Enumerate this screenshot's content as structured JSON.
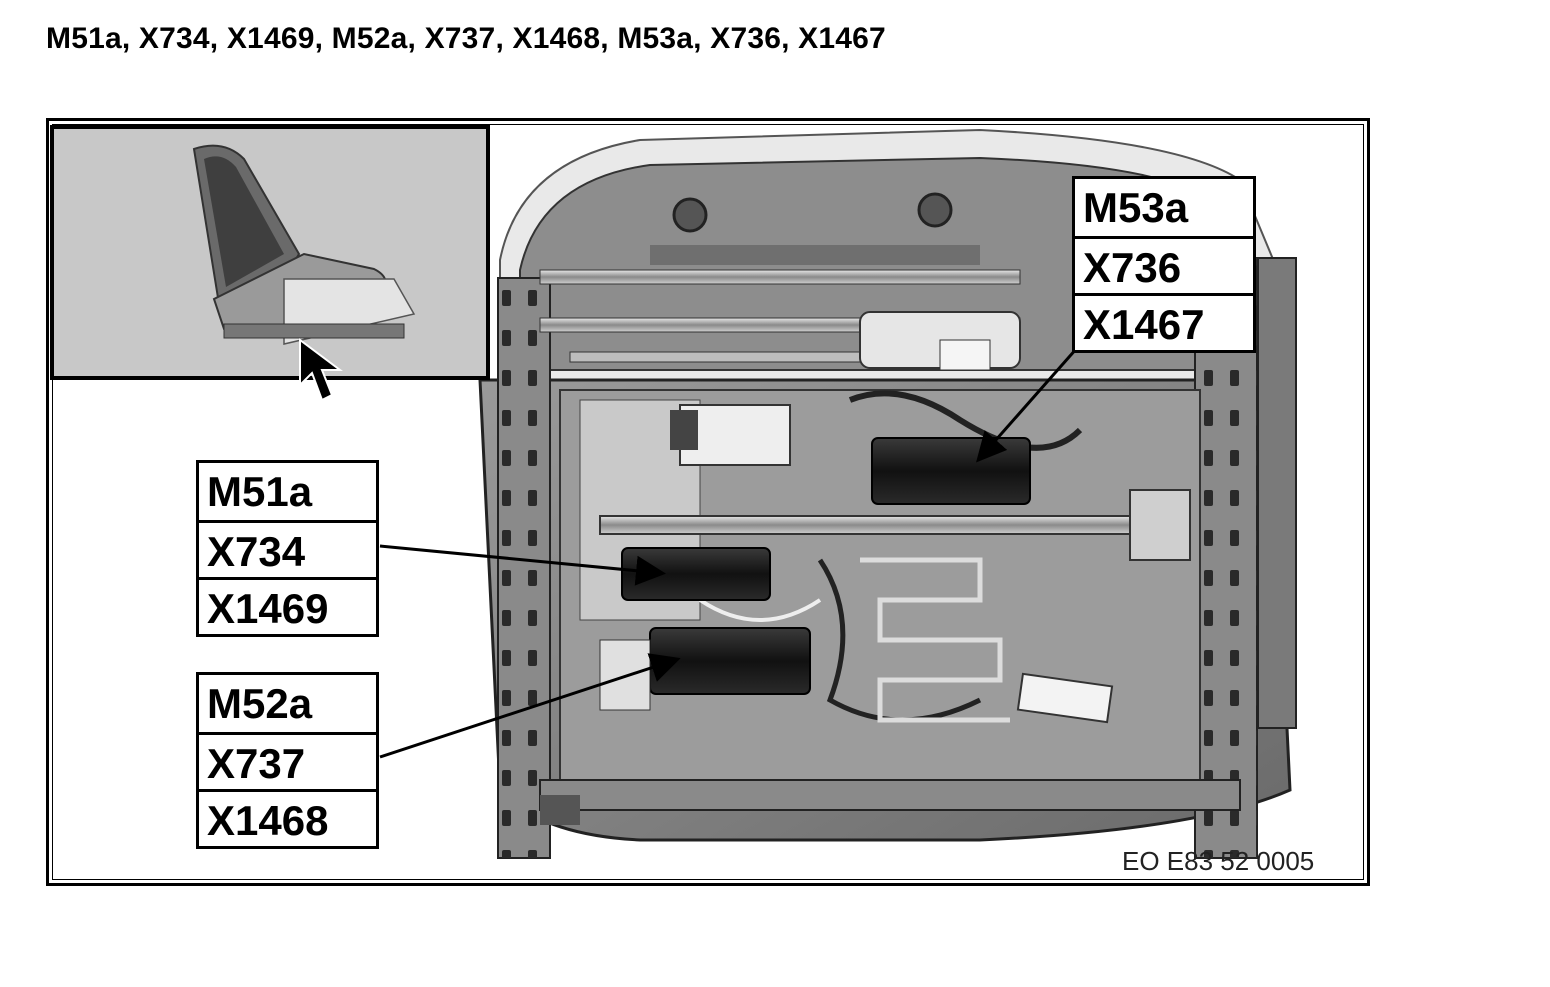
{
  "title": "M51a, X734, X1469, M52a, X737, X1468, M53a, X736, X1467",
  "callouts": {
    "m51": [
      "M51a",
      "X734",
      "X1469"
    ],
    "m52": [
      "M52a",
      "X737",
      "X1468"
    ],
    "m53": [
      "M53a",
      "X736",
      "X1467"
    ]
  },
  "figure_code": "EO E83 52 0005",
  "icons": {
    "inset_pointer": "cursor-arrow-icon"
  }
}
